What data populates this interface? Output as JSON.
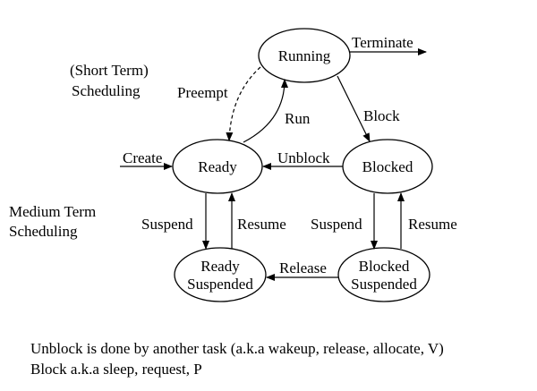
{
  "states": {
    "running": {
      "label": "Running"
    },
    "ready": {
      "label": "Ready"
    },
    "blocked": {
      "label": "Blocked"
    },
    "ready_suspended": {
      "line1": "Ready",
      "line2": "Suspended"
    },
    "blocked_suspended": {
      "line1": "Blocked",
      "line2": "Suspended"
    }
  },
  "transitions": {
    "terminate": "Terminate",
    "preempt": "Preempt",
    "run": "Run",
    "block": "Block",
    "create": "Create",
    "unblock": "Unblock",
    "suspend_left": "Suspend",
    "resume_left": "Resume",
    "suspend_right": "Suspend",
    "resume_right": "Resume",
    "release": "Release"
  },
  "annotations": {
    "short_term_1": "(Short Term)",
    "short_term_2": "Scheduling",
    "medium_term_1": "Medium Term",
    "medium_term_2": "Scheduling"
  },
  "notes": {
    "line1": "Unblock is done by another task  (a.k.a wakeup, release, allocate, V)",
    "line2": "Block a.k.a sleep, request, P"
  }
}
